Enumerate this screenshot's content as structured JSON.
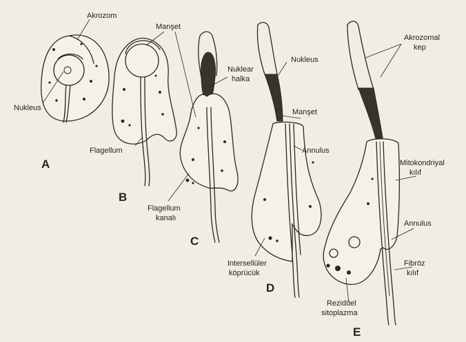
{
  "labels": {
    "akrozom": "Akrozom",
    "nukleus_a": "Nukleus",
    "manset_top": "Manşet",
    "flagellum": "Flagellum",
    "nuklear_halka_1": "Nuklear",
    "nuklear_halka_2": "halka",
    "flagellum_kanali_1": "Flagellum",
    "flagellum_kanali_2": "kanalı",
    "nukleus_d": "Nukleus",
    "manset_d": "Manşet",
    "annulus_d": "Annulus",
    "intersel_1": "Intersellüler",
    "intersel_2": "köprücük",
    "akrozomal_1": "Akrozomal",
    "akrozomal_2": "kep",
    "mito_1": "Mitokondriyal",
    "mito_2": "kılıf",
    "annulus_e": "Annulus",
    "fibroz_1": "Fibröz",
    "fibroz_2": "kılıf",
    "rezid_1": "Rezidüel",
    "rezid_2": "sitoplazma"
  },
  "stages": {
    "a": "A",
    "b": "B",
    "c": "C",
    "d": "D",
    "e": "E"
  }
}
